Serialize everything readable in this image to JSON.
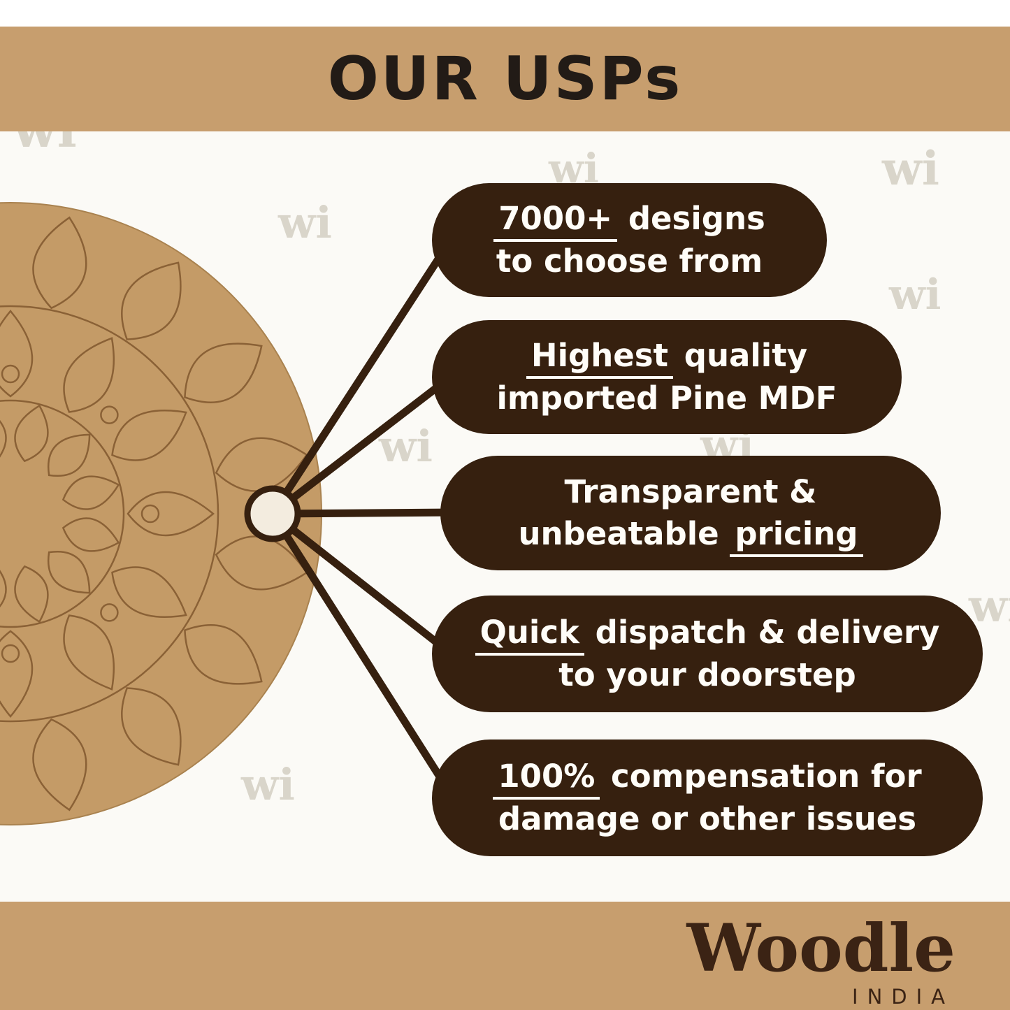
{
  "header": {
    "title": "OUR USPs"
  },
  "watermark": {
    "text": "wi"
  },
  "usps": [
    {
      "l1pre": "",
      "l1u": "7000+",
      "l1post": "designs",
      "l2pre": "to choose from",
      "l2u": "",
      "l2post": ""
    },
    {
      "l1pre": "",
      "l1u": "Highest",
      "l1post": "quality",
      "l2pre": "imported Pine MDF",
      "l2u": "",
      "l2post": ""
    },
    {
      "l1pre": "Transparent &",
      "l1u": "",
      "l1post": "",
      "l2pre": "unbeatable",
      "l2u": "pricing",
      "l2post": ""
    },
    {
      "l1pre": "",
      "l1u": "Quick",
      "l1post": "dispatch & delivery",
      "l2pre": "to your doorstep",
      "l2u": "",
      "l2post": ""
    },
    {
      "l1pre": "",
      "l1u": "100%",
      "l1post": "compensation for",
      "l2pre": "damage or other issues",
      "l2u": "",
      "l2post": ""
    }
  ],
  "logo": {
    "brand": "Woodle",
    "region": "INDIA"
  },
  "colors": {
    "band": "#c79e6e",
    "pill": "#36200f",
    "board": "#c49b67",
    "mandala_stroke": "#8a6136",
    "hub": "#f3ecdf",
    "title": "#221b16",
    "logo": "#3b2314"
  }
}
